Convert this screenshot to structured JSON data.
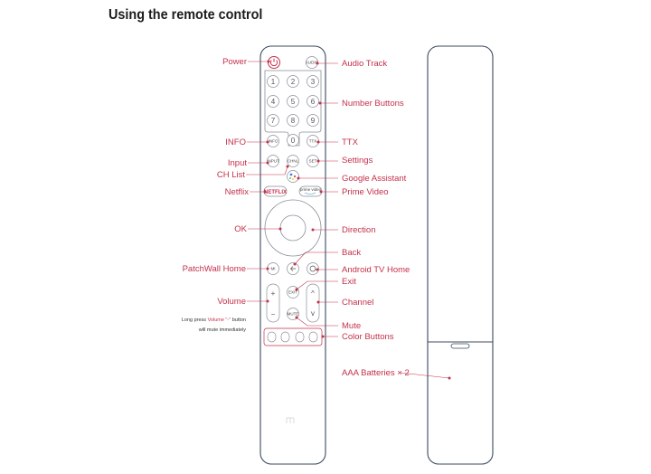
{
  "title": "Using the remote control",
  "left_labels": {
    "power": "Power",
    "info": "INFO",
    "input": "Input",
    "ch_list": "CH List",
    "netflix": "Netflix",
    "ok": "OK",
    "patchwall": "PatchWall Home",
    "volume": "Volume"
  },
  "right_labels": {
    "audio": "Audio Track",
    "numbers": "Number Buttons",
    "ttx": "TTX",
    "settings": "Settings",
    "assistant": "Google Assistant",
    "prime": "Prime Video",
    "direction": "Direction",
    "back": "Back",
    "android_home": "Android TV Home",
    "exit": "Exit",
    "channel": "Channel",
    "mute": "Mute",
    "color": "Color Buttons",
    "batteries": "AAA Batteries × 2"
  },
  "volume_note": {
    "prefix": "Long press ",
    "highlight": "Volume \"-\"",
    "suffix": " button",
    "line2": "will mute immediately"
  },
  "buttons": {
    "audio": "AUDIO",
    "digits": [
      "1",
      "2",
      "3",
      "4",
      "5",
      "6",
      "7",
      "8",
      "9",
      "0"
    ],
    "info": "INFO",
    "ttx": "TTX",
    "input": "INPUT",
    "chlist": "CHNL",
    "set": "SET",
    "netflix": "NETFLIX",
    "prime_line1": "prime video",
    "exit": "EXIT",
    "mute": "MUTE",
    "vol_plus": "+",
    "vol_minus": "−",
    "ch_up": "^",
    "ch_down": "v",
    "mi": "MI"
  },
  "colors": {
    "accent": "#c4314b",
    "outline": "#3b4a5e",
    "netflix": "#c4314b"
  }
}
